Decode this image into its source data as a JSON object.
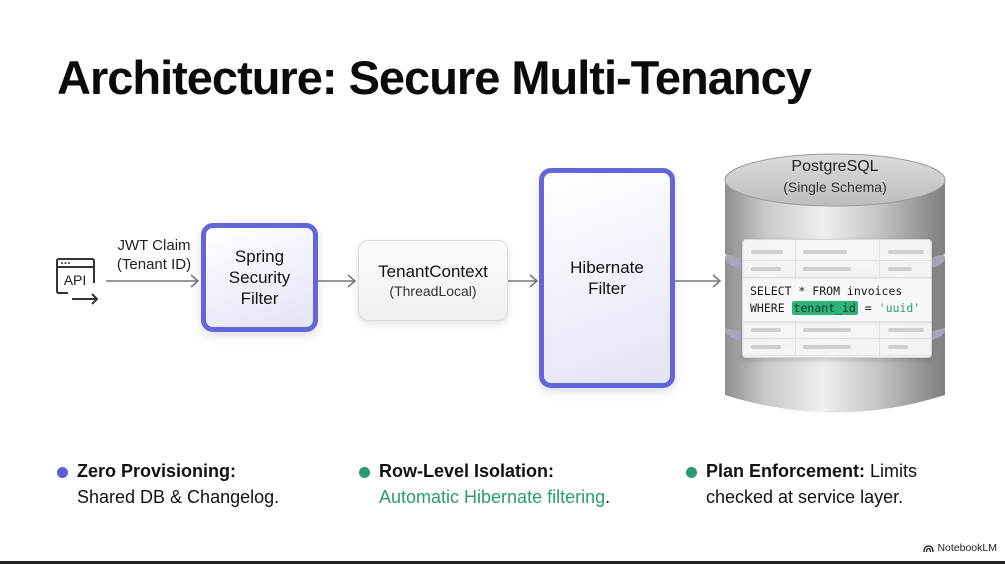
{
  "title": "Architecture: Secure Multi-Tenancy",
  "colors": {
    "accent_indigo": "#6366d6",
    "accent_teal": "#2a9a77",
    "sql_highlight": "#2fb37c"
  },
  "flow": {
    "source": {
      "icon": "api-window-icon",
      "label": "API"
    },
    "jwt_label": [
      "JWT Claim",
      "(Tenant ID)"
    ],
    "spring_filter": {
      "lines": [
        "Spring",
        "Security",
        "Filter"
      ]
    },
    "tenant_context": {
      "title": "TenantContext",
      "subtitle": "(ThreadLocal)"
    },
    "hibernate_filter": {
      "lines": [
        "Hibernate",
        "Filter"
      ]
    },
    "database": {
      "title": "PostgreSQL",
      "subtitle": "(Single Schema)",
      "sql": {
        "line1": "SELECT * FROM invoices",
        "where_kw": "WHERE ",
        "highlight": "tenant_id",
        "eq": " = ",
        "value": "'uuid'"
      }
    }
  },
  "bullets": [
    {
      "heading": "Zero Provisioning:",
      "text": "Shared DB & Changelog.",
      "dot_color": "#5b5fd6"
    },
    {
      "heading": "Row-Level Isolation:",
      "text": "Automatic Hibernate filtering",
      "trail": ".",
      "dot_color": "#2a9a77"
    },
    {
      "heading": "Plan Enforcement:",
      "text": "Limits checked at service layer.",
      "dot_color": "#2a9a77"
    }
  ],
  "brand": {
    "label": "NotebookLM"
  }
}
